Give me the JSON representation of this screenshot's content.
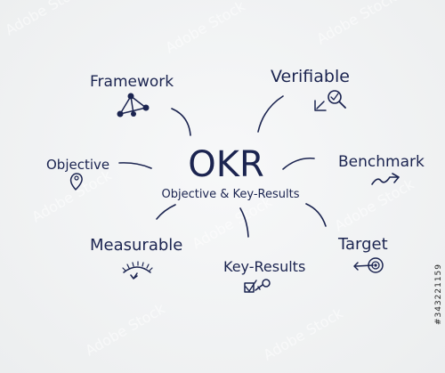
{
  "center": {
    "title": "OKR",
    "subtitle": "Objective & Key-Results"
  },
  "branches": [
    {
      "id": "framework",
      "label": "Framework",
      "icon": "network-nodes-icon"
    },
    {
      "id": "verifiable",
      "label": "Verifiable",
      "icon": "magnifier-check-icon"
    },
    {
      "id": "benchmark",
      "label": "Benchmark",
      "icon": "trend-arrow-icon"
    },
    {
      "id": "target",
      "label": "Target",
      "icon": "target-arrow-icon"
    },
    {
      "id": "key-results",
      "label": "Key-Results",
      "icon": "key-checkbox-icon"
    },
    {
      "id": "measurable",
      "label": "Measurable",
      "icon": "gauge-arc-icon"
    },
    {
      "id": "objective",
      "label": "Objective",
      "icon": "location-pin-icon"
    }
  ],
  "watermark": {
    "brand": "Adobe Stock",
    "stock_id": "#343221159"
  },
  "colors": {
    "ink": "#1b2450",
    "background": "#f2f3f4"
  }
}
